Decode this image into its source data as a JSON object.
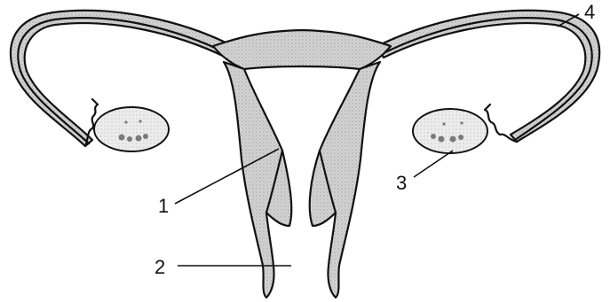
{
  "labels": [
    {
      "id": "1",
      "text": "1"
    },
    {
      "id": "2",
      "text": "2"
    },
    {
      "id": "3",
      "text": "3"
    },
    {
      "id": "4",
      "text": "4"
    }
  ],
  "colors": {
    "stroke": "#111111",
    "shade": "#cfcfcf",
    "shade_light": "#e6e6e6",
    "background": "#ffffff"
  }
}
